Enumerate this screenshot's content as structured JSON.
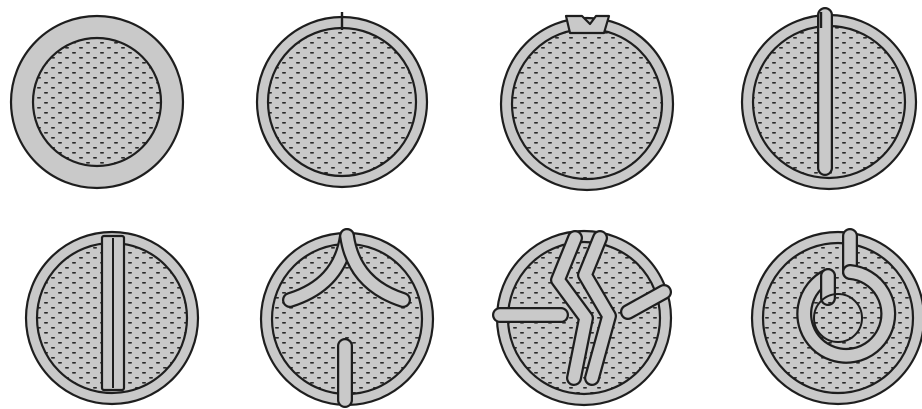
{
  "figure": {
    "panels": [
      {
        "id": "p1",
        "row": 1,
        "col": 1,
        "form": "closed-thick-ring"
      },
      {
        "id": "p2",
        "row": 1,
        "col": 2,
        "form": "ring-with-small-cut"
      },
      {
        "id": "p3",
        "row": 1,
        "col": 3,
        "form": "ring-with-notch"
      },
      {
        "id": "p4",
        "row": 1,
        "col": 4,
        "form": "ring-with-one-septum"
      },
      {
        "id": "p5",
        "row": 2,
        "col": 1,
        "form": "ring-with-full-septum"
      },
      {
        "id": "p6",
        "row": 2,
        "col": 2,
        "form": "ring-with-curved-septa"
      },
      {
        "id": "p7",
        "row": 2,
        "col": 3,
        "form": "ring-with-zigzag-septa"
      },
      {
        "id": "p8",
        "row": 2,
        "col": 4,
        "form": "ring-with-inner-spiral"
      }
    ],
    "colors": {
      "outline": "#1e1e1e",
      "wall": "#c9c9c9",
      "stipple": "#2a2a2a",
      "background": "#ffffff"
    }
  }
}
